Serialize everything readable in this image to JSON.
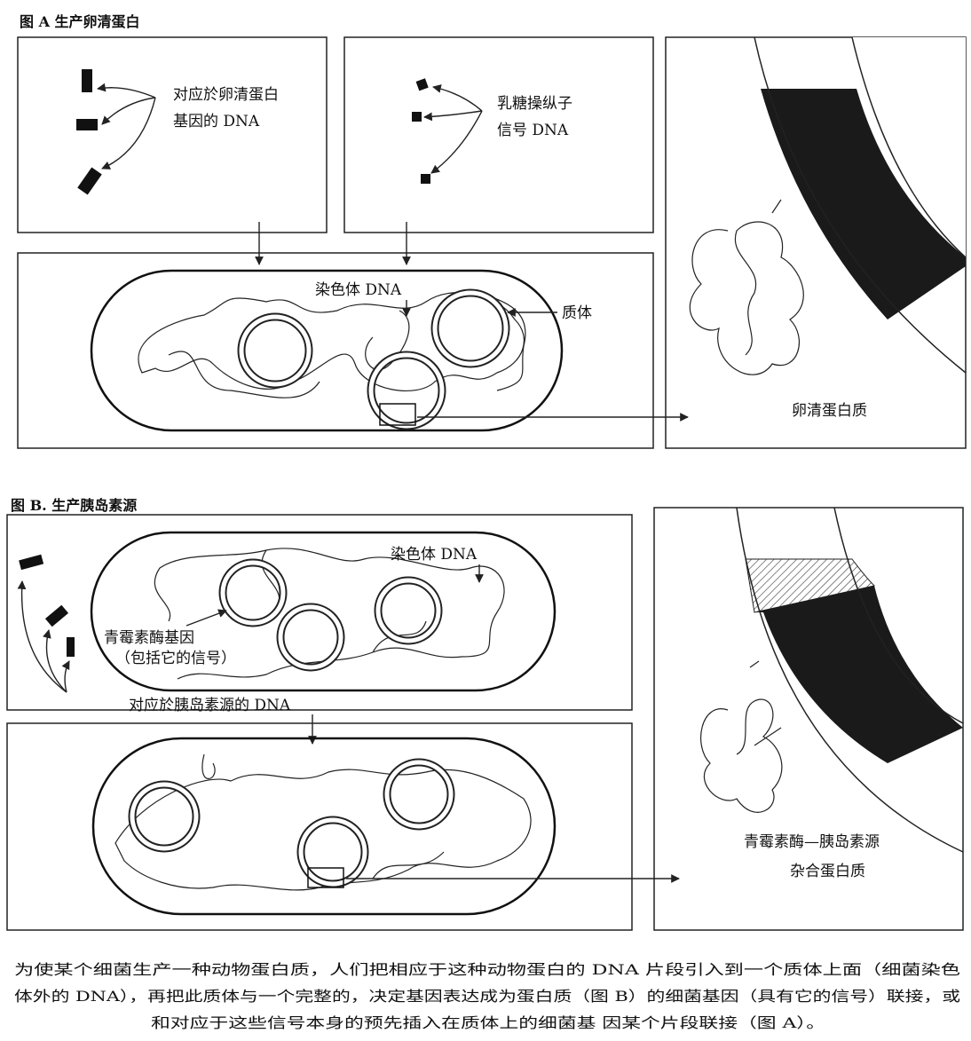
{
  "figure_a": {
    "title": "图 A  生产卵清蛋白",
    "ovalbumin_dna_label_1": "对应於卵清蛋白",
    "ovalbumin_dna_label_2": "基因的 DNA",
    "lac_signal_label_1": "乳糖操纵子",
    "lac_signal_label_2": "信号 DNA",
    "chromosome_label": "染色体 DNA",
    "plasmid_label": "质体",
    "product_label": "卵清蛋白质"
  },
  "figure_b": {
    "title": "图 B. 生产胰岛素源",
    "chromosome_label": "染色体 DNA",
    "penicillinase_label_1": "青霉素酶基因",
    "penicillinase_label_2": "（包括它的信号）",
    "insulin_dna_label": "对应於胰岛素源的 DNA",
    "product_label_1": "青霉素酶—胰岛素源",
    "product_label_2": "杂合蛋白质"
  },
  "caption": {
    "line1": "为使某个细菌生产一种动物蛋白质，人们把相应于这种动物蛋白的 DNA 片段引入到一个质体上面（细菌染色",
    "line2": "体外的 DNA），再把此质体与一个完整的，决定基因表达成为蛋白质（图 B）的细菌基因（具有它的信号）联接，或",
    "line3": "和对应于这些信号本身的预先插入在质体上的细菌基 因某个片段联接（图 A）。"
  }
}
